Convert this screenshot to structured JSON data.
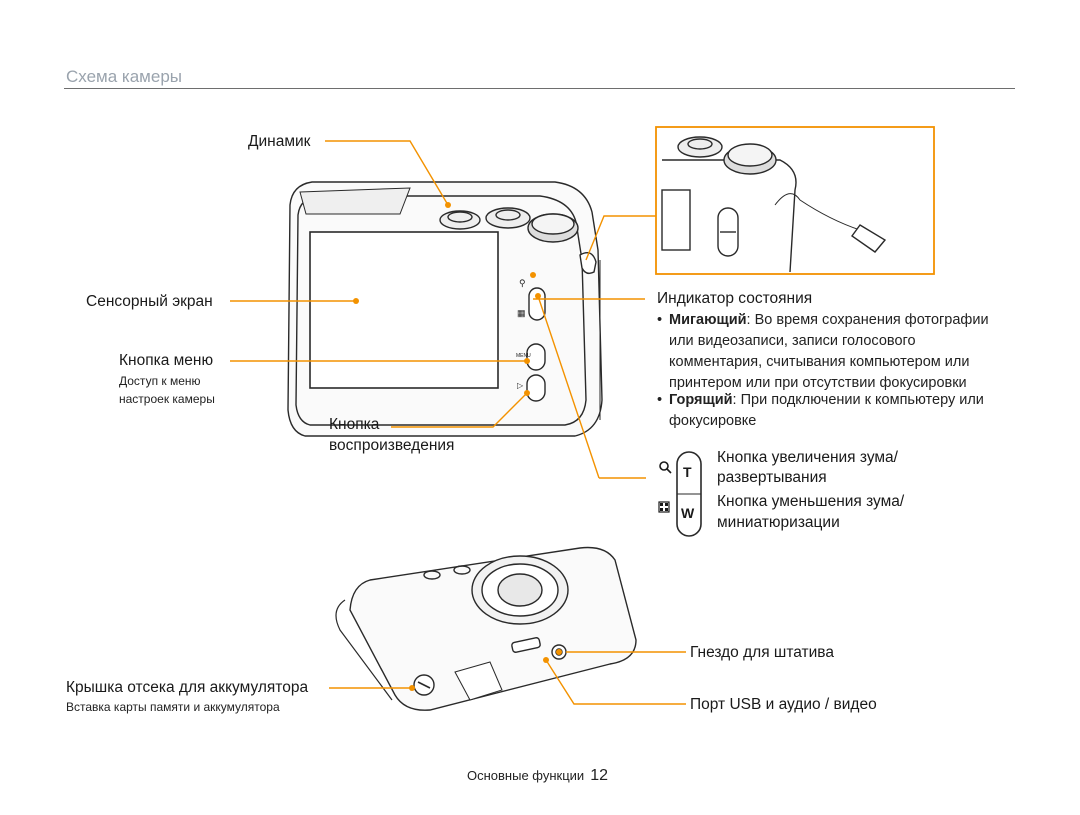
{
  "page": {
    "section_title": "Схема камеры",
    "footer_section": "Основные функции",
    "page_number": "12"
  },
  "labels": {
    "speaker": "Динамик",
    "touch_screen": "Сенсорный экран",
    "menu_button": "Кнопка меню",
    "menu_button_desc_1": "Доступ к меню",
    "menu_button_desc_2": "настроек камеры",
    "playback_button_1": "Кнопка",
    "playback_button_2": "воспроизведения",
    "status_indicator": "Индикатор состояния",
    "blinking_term": "Мигающий",
    "blinking_lines": [
      ": Во время сохранения фотографии",
      "или видеозаписи, записи голосового",
      "комментария, считывания компьютером или",
      "принтером или при отсутствии фокусировки"
    ],
    "steady_term": "Горящий",
    "steady_lines": [
      ": При подключении к компьютеру или",
      "фокусировке"
    ],
    "zoom_in_1": "Кнопка увеличения зума/",
    "zoom_in_2": "развертывания",
    "zoom_out_1": "Кнопка уменьшения зума/",
    "zoom_out_2": "миниатюризации",
    "tripod": "Гнездо для штатива",
    "battery_cover": "Крышка отсека для аккумулятора",
    "battery_cover_desc": "Вставка карты памяти и аккумулятора",
    "usb_port": "Порт USB и аудио / видео"
  },
  "camera_glyphs": {
    "t_label": "T",
    "w_label": "W",
    "menu_text": "MENU"
  },
  "colors": {
    "callout": "#f39200",
    "section_title": "#9aa3ad",
    "rule": "#6e6e6e"
  }
}
